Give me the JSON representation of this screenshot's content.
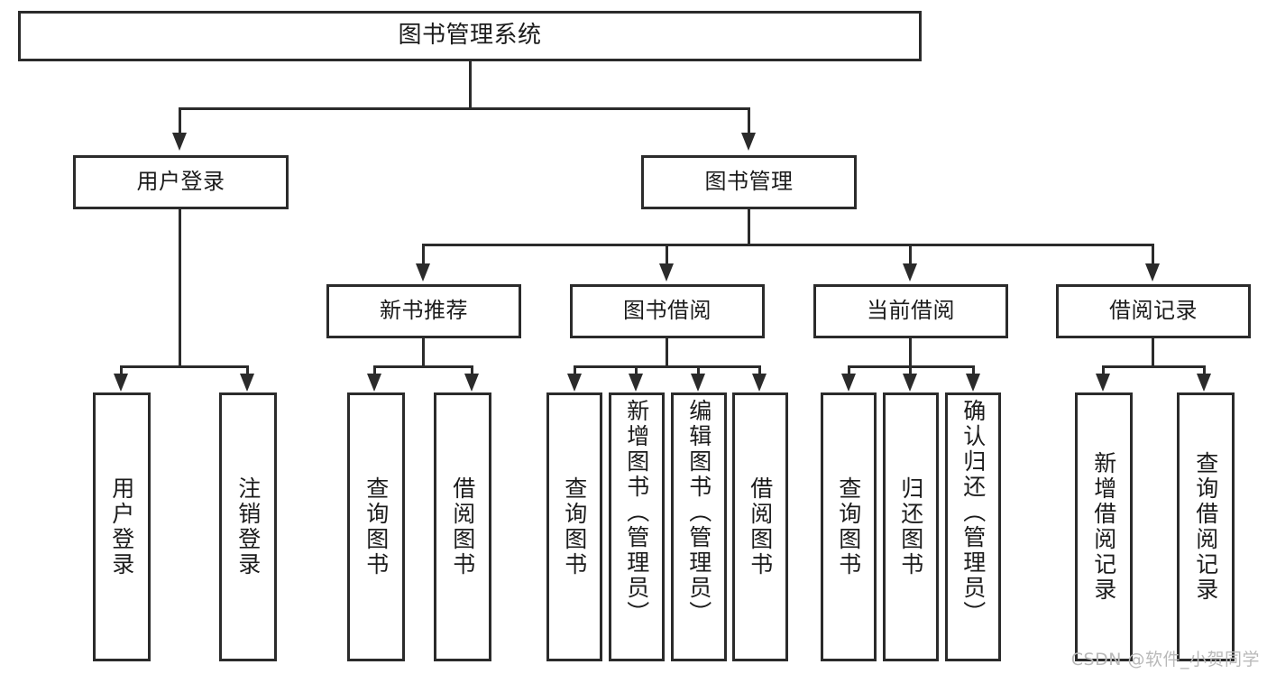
{
  "diagram": {
    "type": "tree-hierarchy",
    "title": "图书管理系统",
    "root": {
      "label": "图书管理系统"
    },
    "level2": [
      {
        "id": "user-login",
        "label": "用户登录"
      },
      {
        "id": "book-management",
        "label": "图书管理"
      }
    ],
    "level3": [
      {
        "id": "new-book-recommend",
        "label": "新书推荐",
        "parent": "book-management"
      },
      {
        "id": "book-borrow",
        "label": "图书借阅",
        "parent": "book-management"
      },
      {
        "id": "current-borrow",
        "label": "当前借阅",
        "parent": "book-management"
      },
      {
        "id": "borrow-record",
        "label": "借阅记录",
        "parent": "book-management"
      }
    ],
    "leaves": {
      "user-login": [
        {
          "id": "leaf-user-login",
          "label": "用户登录"
        },
        {
          "id": "leaf-user-logout",
          "label": "注销登录"
        }
      ],
      "new-book-recommend": [
        {
          "id": "leaf-query-book-1",
          "label": "查询图书"
        },
        {
          "id": "leaf-borrow-book-1",
          "label": "借阅图书"
        }
      ],
      "book-borrow": [
        {
          "id": "leaf-query-book-2",
          "label": "查询图书"
        },
        {
          "id": "leaf-add-book",
          "label": "新增图书（管理员）"
        },
        {
          "id": "leaf-edit-book",
          "label": "编辑图书（管理员）"
        },
        {
          "id": "leaf-borrow-book-2",
          "label": "借阅图书"
        }
      ],
      "current-borrow": [
        {
          "id": "leaf-query-book-3",
          "label": "查询图书"
        },
        {
          "id": "leaf-return-book",
          "label": "归还图书"
        },
        {
          "id": "leaf-confirm-return",
          "label": "确认归还（管理员）"
        }
      ],
      "borrow-record": [
        {
          "id": "leaf-add-record",
          "label": "新增借阅记录"
        },
        {
          "id": "leaf-query-record",
          "label": "查询借阅记录"
        }
      ]
    }
  },
  "watermark": {
    "text": "CSDN @软件_小贺同学"
  },
  "colors": {
    "stroke": "#2b2b2b",
    "background": "#ffffff",
    "text": "#1b1b1b",
    "watermark": "#b9b9b9"
  }
}
